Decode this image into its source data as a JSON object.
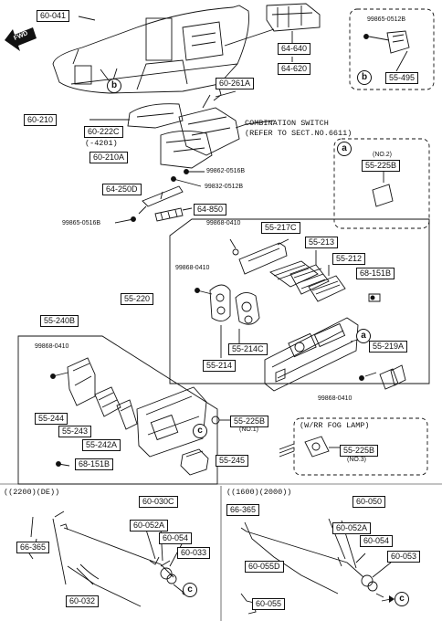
{
  "parts": {
    "p60_041": "60-041",
    "p99865_0512b_top": "99865-0512B",
    "p64_640": "64-640",
    "p64_620": "64-620",
    "p55_495": "55-495",
    "p60_261a": "60-261A",
    "p60_210": "60-210",
    "p60_222c": "60-222C",
    "p60_210a": "60-210A",
    "p99862_0516b": "99862-0516B",
    "p99832_0512b": "99832-0512B",
    "p64_250d": "64-250D",
    "p64_850": "64-850",
    "p99865_0516b": "99865-0516B",
    "p55_225b_a": "55-225B",
    "p99868_0410_a": "99868-0410",
    "p55_217c": "55-217C",
    "p55_213": "55-213",
    "p55_212": "55-212",
    "p99868_0410_b": "99868-0410",
    "p68_151b_a": "68-151B",
    "p55_220": "55-220",
    "p55_214c": "55-214C",
    "p55_214": "55-214",
    "p55_219a": "55-219A",
    "p99868_0410_c": "99868-0410",
    "p55_240b": "55-240B",
    "p99868_0410_d": "99868-0410",
    "p55_244": "55-244",
    "p55_243": "55-243",
    "p55_242a": "55-242A",
    "p68_151b_b": "68-151B",
    "p55_225b_b": "55-225B",
    "p55_245": "55-245",
    "p55_225b_c": "55-225B",
    "p60_030c": "60-030C",
    "p60_052a_l": "60-052A",
    "p60_054_l": "60-054",
    "p60_033": "60-033",
    "p66_365_l": "66-365",
    "p60_032": "60-032",
    "p60_050": "60-050",
    "p66_365_r": "66-365",
    "p60_052a_r": "60-052A",
    "p60_054_r": "60-054",
    "p60_053": "60-053",
    "p60_055d": "60-055D",
    "p60_055": "60-055"
  },
  "notes": {
    "combo_line1": "COMBINATION SWITCH",
    "combo_line2": "(REFER TO SECT.NO.6611)",
    "minus_4201": "(-4201)",
    "no2": "(NO.2)",
    "no1": "(NO.1)",
    "no3": "(NO.3)",
    "fog_lamp": "(W/RR FOG LAMP)",
    "section_left": "((2200)(DE))",
    "section_right": "((1600)(2000))",
    "fwd": "FWD"
  },
  "refs": {
    "a": "a",
    "b": "b",
    "c": "c"
  }
}
